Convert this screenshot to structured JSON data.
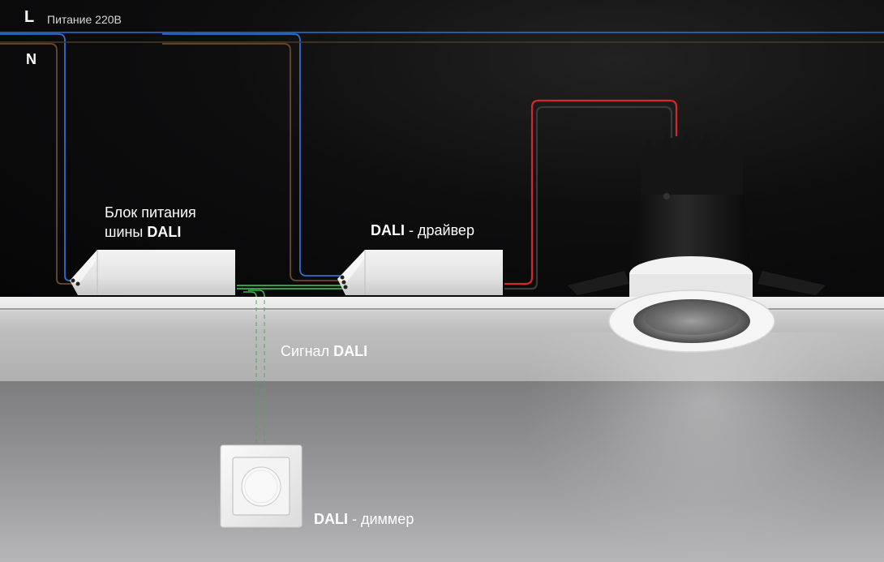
{
  "labels": {
    "line": "L",
    "power": "Питание 220В",
    "neutral": "N",
    "psu_line1": "Блок питания",
    "psu_line2_prefix": "шины ",
    "psu_line2_bold": "DALI",
    "driver_bold": "DALI",
    "driver_suffix": " - драйвер",
    "signal_prefix": "Сигнал ",
    "signal_bold": "DALI",
    "dimmer_bold": "DALI",
    "dimmer_suffix": " - диммер"
  },
  "colors": {
    "line_wire": "#2f6fd0",
    "neutral_wire": "#6a4a2a",
    "dali_wire": "#3ab54a",
    "led_positive": "#d8262e",
    "led_negative": "#3a3a3a"
  },
  "icons": {
    "psu": "power-supply-box",
    "driver": "driver-box",
    "luminaire": "downlight-icon",
    "dimmer": "rotary-dimmer-icon"
  }
}
